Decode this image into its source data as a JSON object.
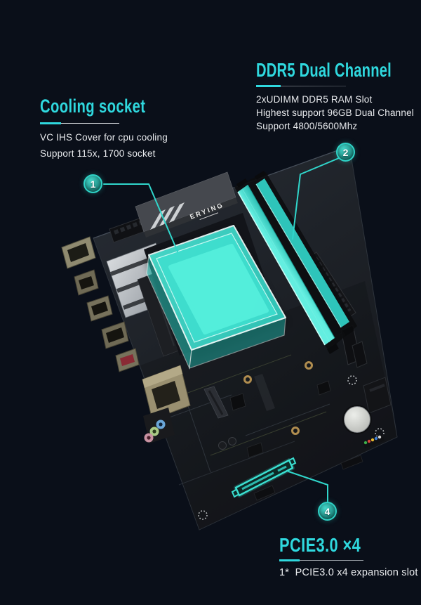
{
  "theme": {
    "background": "#0a0f19",
    "accent": "#2fd8de",
    "highlight_cyan": "#3be0d2",
    "ram_cyan": "#3adfd0"
  },
  "sections": {
    "cooling": {
      "title": "Cooling socket",
      "lines": [
        "VC IHS Cover for cpu cooling",
        "Support 115x, 1700 socket"
      ]
    },
    "ddr5": {
      "title": "DDR5 Dual Channel",
      "lines": [
        "2xUDIMM DDR5 RAM Slot",
        "Highest support 96GB Dual Channel",
        "Support 4800/5600Mhz"
      ]
    },
    "pcie": {
      "title": "PCIE3.0 ×4",
      "lines": [
        "1*  PCIE3.0 x4 expansion slot"
      ]
    }
  },
  "callouts": [
    {
      "number": "1"
    },
    {
      "number": "2"
    },
    {
      "number": "4"
    }
  ],
  "board": {
    "brand": "ERYING"
  }
}
